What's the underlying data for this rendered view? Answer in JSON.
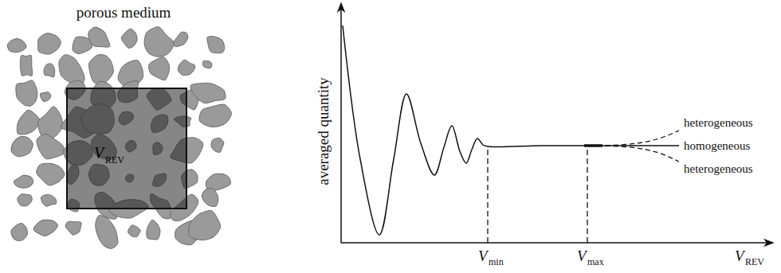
{
  "diagram": {
    "nodes": [
      {
        "text": [
          "V",
          "REV"
        ]
      }
    ],
    "labels": [
      "porous medium",
      "averaged quantity",
      "V",
      "min",
      "V",
      "max",
      "V",
      "REV",
      "heterogeneous",
      "homogeneous",
      "heterogeneous"
    ]
  }
}
